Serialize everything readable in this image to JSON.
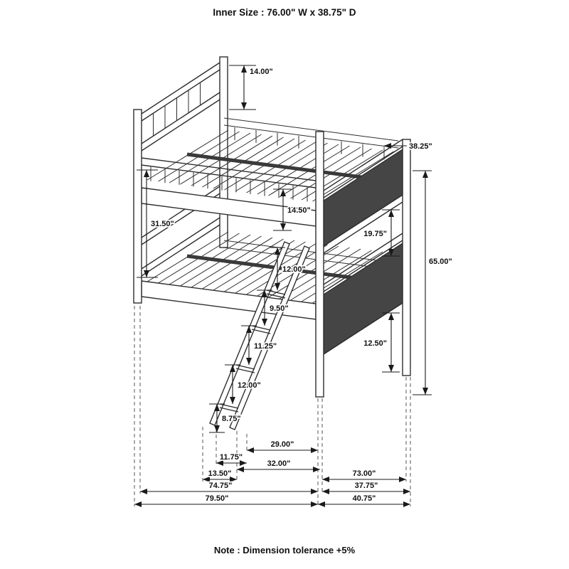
{
  "title": "Inner Size : 76.00\" W x  38.75\" D",
  "note": "Note : Dimension tolerance +5%",
  "dimensions": {
    "headboard_height": "14.00\"",
    "bed_depth_top": "38.25\"",
    "bunk_gap_left": "31.50\"",
    "top_rail_height": "14.50\"",
    "foot_gap": "19.75\"",
    "overall_height": "65.00\"",
    "ladder_step_1": "12.00\"",
    "ladder_step_2": "9.50\"",
    "ladder_step_3": "11.25\"",
    "ladder_step_4": "12.00\"",
    "ladder_step_5": "8.75\"",
    "footboard_clearance": "12.50\"",
    "ladder_span": "29.00\"",
    "ladder_offset_1": "11.75\"",
    "ladder_span_outer": "32.00\"",
    "ladder_offset_2": "13.50\"",
    "frame_length_inner": "73.00\"",
    "frame_depth": "37.75\"",
    "frame_length": "74.75\"",
    "overall_length": "79.50\"",
    "overall_depth": "40.75\""
  }
}
